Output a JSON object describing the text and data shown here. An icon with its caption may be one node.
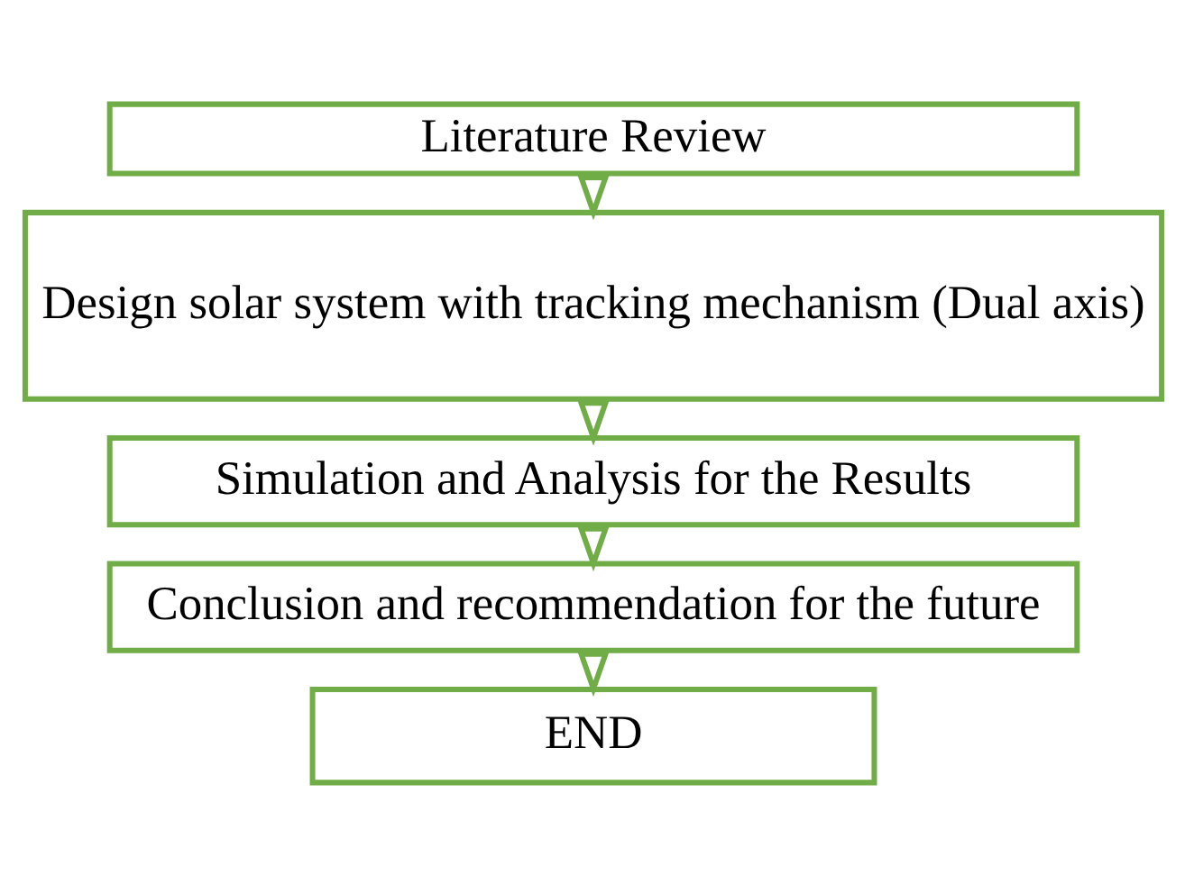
{
  "diagram": {
    "nodes": [
      {
        "text": [
          "Literature Review"
        ]
      },
      {
        "text": [
          "Design solar system with tracking mechanism (Dual axis)"
        ]
      },
      {
        "text": [
          "Simulation and Analysis for the Results"
        ]
      },
      {
        "text": [
          "Conclusion and recommendation for the future"
        ]
      },
      {
        "text": [
          "END"
        ]
      }
    ],
    "edges": [
      {
        "from": 0,
        "to": 1,
        "arrow": "to"
      },
      {
        "from": 1,
        "to": 2,
        "arrow": "to"
      },
      {
        "from": 2,
        "to": 3,
        "arrow": "to"
      },
      {
        "from": 3,
        "to": 4,
        "arrow": "to"
      }
    ]
  }
}
